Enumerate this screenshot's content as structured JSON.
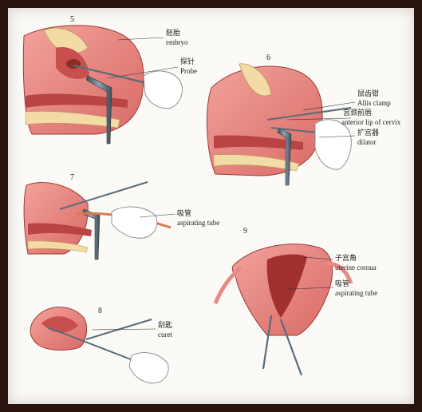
{
  "panels": [
    {
      "number": "5",
      "labels": [
        {
          "cn": "胚胎",
          "en": "embryo"
        },
        {
          "cn": "探针",
          "en": "Probe"
        }
      ]
    },
    {
      "number": "6",
      "labels": [
        {
          "cn": "鼠齿钳",
          "en": "Allis clamp"
        },
        {
          "cn": "宫颈前唇",
          "en": "anterior lip of cervix"
        },
        {
          "cn": "扩宫器",
          "en": "dilator"
        }
      ]
    },
    {
      "number": "7",
      "labels": [
        {
          "cn": "吸管",
          "en": "aspirating tube"
        }
      ]
    },
    {
      "number": "8",
      "labels": [
        {
          "cn": "刮匙",
          "en": "curet"
        }
      ]
    },
    {
      "number": "9",
      "labels": [
        {
          "cn": "子宫角",
          "en": "uterine cornua"
        },
        {
          "cn": "吸管",
          "en": "aspirating tube"
        }
      ]
    }
  ],
  "colors": {
    "tissue": "#e98a84",
    "tissue_dark": "#c7504f",
    "bone": "#f3dba6",
    "instrument": "#5a6b78",
    "outline": "#9a3b36"
  }
}
